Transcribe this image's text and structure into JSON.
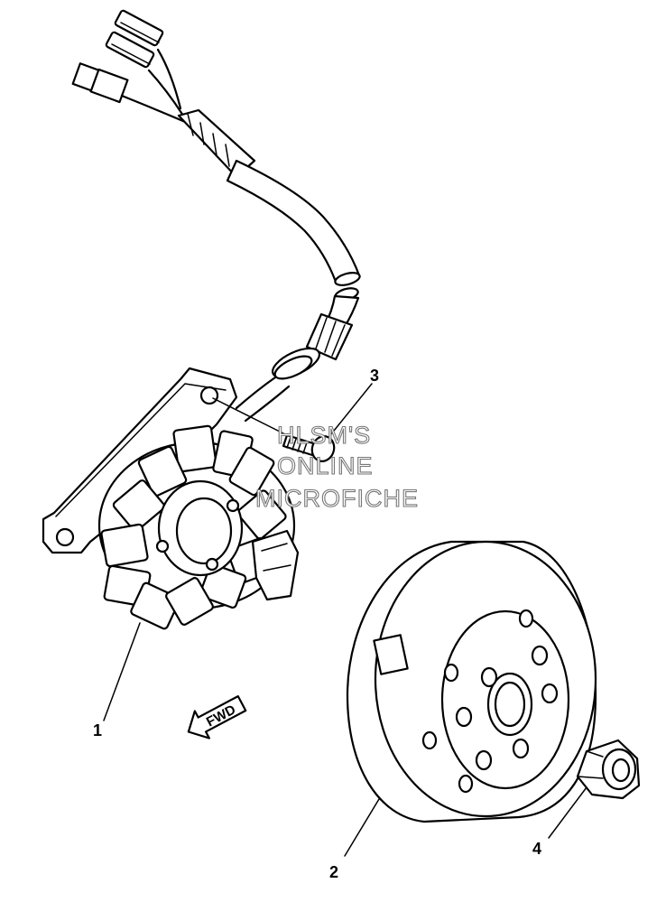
{
  "callouts": [
    {
      "label": "1"
    },
    {
      "label": "2"
    },
    {
      "label": "3"
    },
    {
      "label": "4"
    }
  ],
  "direction_arrow": {
    "label": "FWD"
  },
  "watermark": {
    "lines": [
      "HLSM'S",
      "ONLINE",
      "MICROFICHE"
    ]
  },
  "colors": {
    "ink": "#000000",
    "paper": "#ffffff",
    "watermark": "#777777"
  }
}
